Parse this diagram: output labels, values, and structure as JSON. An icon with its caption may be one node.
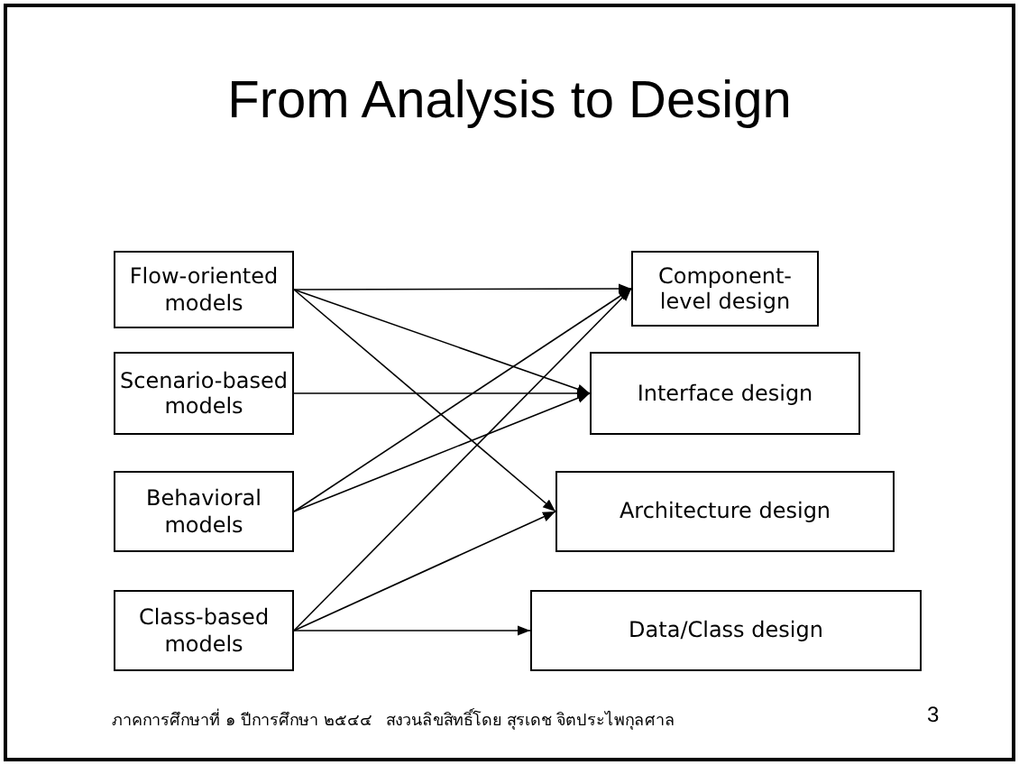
{
  "diagram": {
    "title": "From Analysis to Design",
    "nodes": [
      {
        "text": [
          "Flow-oriented models"
        ]
      },
      {
        "text": [
          "Scenario-based models"
        ]
      },
      {
        "text": [
          "Behavioral models"
        ]
      },
      {
        "text": [
          "Class-based models"
        ]
      },
      {
        "text": [
          "Component-level design"
        ]
      },
      {
        "text": [
          "Interface design"
        ]
      },
      {
        "text": [
          "Architecture design"
        ]
      },
      {
        "text": [
          "Data/Class design"
        ]
      }
    ],
    "edges": [
      {
        "from": 0,
        "to": 4,
        "arrow": "to"
      },
      {
        "from": 0,
        "to": 5,
        "arrow": "to"
      },
      {
        "from": 0,
        "to": 6,
        "arrow": "to"
      },
      {
        "from": 1,
        "to": 5,
        "arrow": "to"
      },
      {
        "from": 2,
        "to": 4,
        "arrow": "to"
      },
      {
        "from": 2,
        "to": 5,
        "arrow": "to"
      },
      {
        "from": 3,
        "to": 4,
        "arrow": "to"
      },
      {
        "from": 3,
        "to": 6,
        "arrow": "to"
      },
      {
        "from": 3,
        "to": 7,
        "arrow": "to"
      }
    ],
    "labels": [
      "ภาคการศึกษาที่ ๑ ปีการศึกษา ๒๕๔๔",
      "สงวนลิขสิทธิ์โดย สุรเดช จิตประไพกุลศาล",
      "3"
    ]
  }
}
